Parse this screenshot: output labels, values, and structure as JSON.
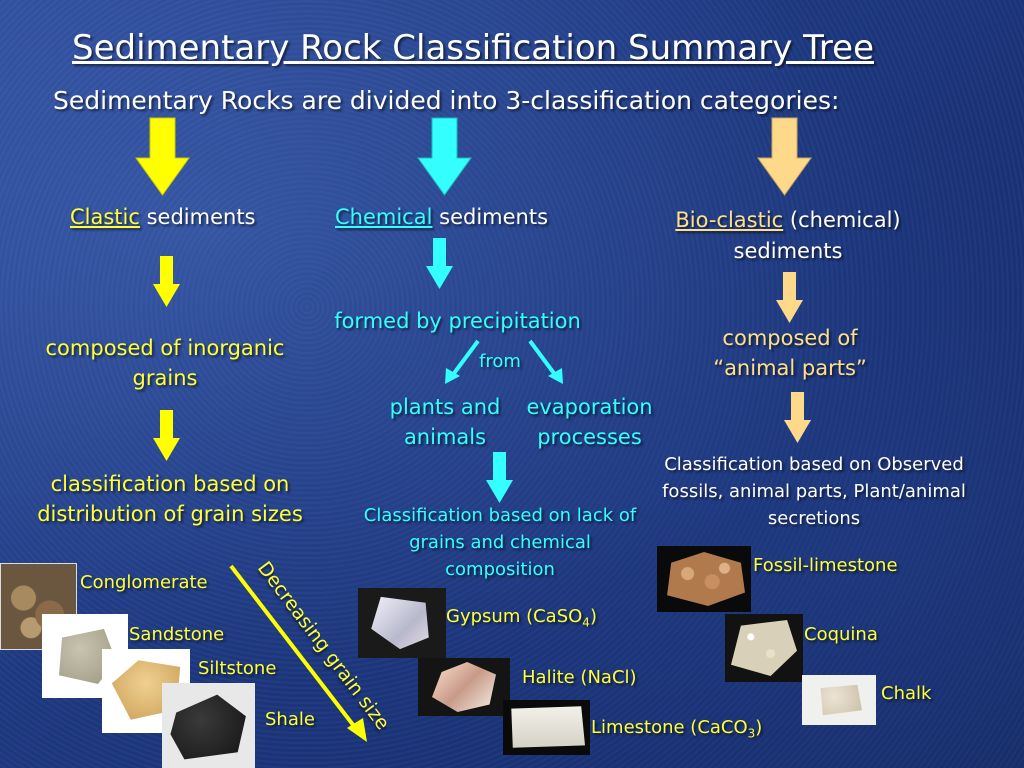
{
  "title": "Sedimentary Rock Classification Summary Tree",
  "subtitle": "Sedimentary Rocks are divided into 3-classification categories:",
  "clastic": {
    "name": "Clastic",
    "rest": "sediments",
    "composition": "composed of inorganic grains",
    "classification": "classification based on distribution of grain sizes",
    "arrow_label": "Decreasing grain size",
    "rocks": [
      "Conglomerate",
      "Sandstone",
      "Siltstone",
      "Shale"
    ],
    "arrow_color": "#ffff00"
  },
  "chemical": {
    "name": "Chemical",
    "rest": "sediments",
    "formed": "formed by precipitation",
    "from": "from",
    "source_left": "plants and animals",
    "source_right": "evaporation processes",
    "classification": "Classification based on lack of grains and chemical composition",
    "rocks": [
      {
        "name": "Gypsum (CaSO",
        "sub": "4",
        "end": ")"
      },
      {
        "name": "Halite (NaCl)",
        "sub": "",
        "end": ""
      },
      {
        "name": "Limestone (CaCO",
        "sub": "3",
        "end": ")"
      }
    ],
    "arrow_color": "#33ffff"
  },
  "bioclastic": {
    "name": "Bio-clastic",
    "rest": "(chemical)",
    "line2": "sediments",
    "composition_line1": "composed of",
    "composition_line2": "“animal parts”",
    "classification": "Classification based on Observed fossils, animal parts, Plant/animal secretions",
    "rocks": [
      "Fossil-limestone",
      "Coquina",
      "Chalk"
    ],
    "arrow_color": "#ffd98a"
  },
  "colors": {
    "yellow_text": "#ffff33",
    "cyan_text": "#33ffff",
    "peach_text": "#ffe08a",
    "background": "#1f3a84"
  }
}
